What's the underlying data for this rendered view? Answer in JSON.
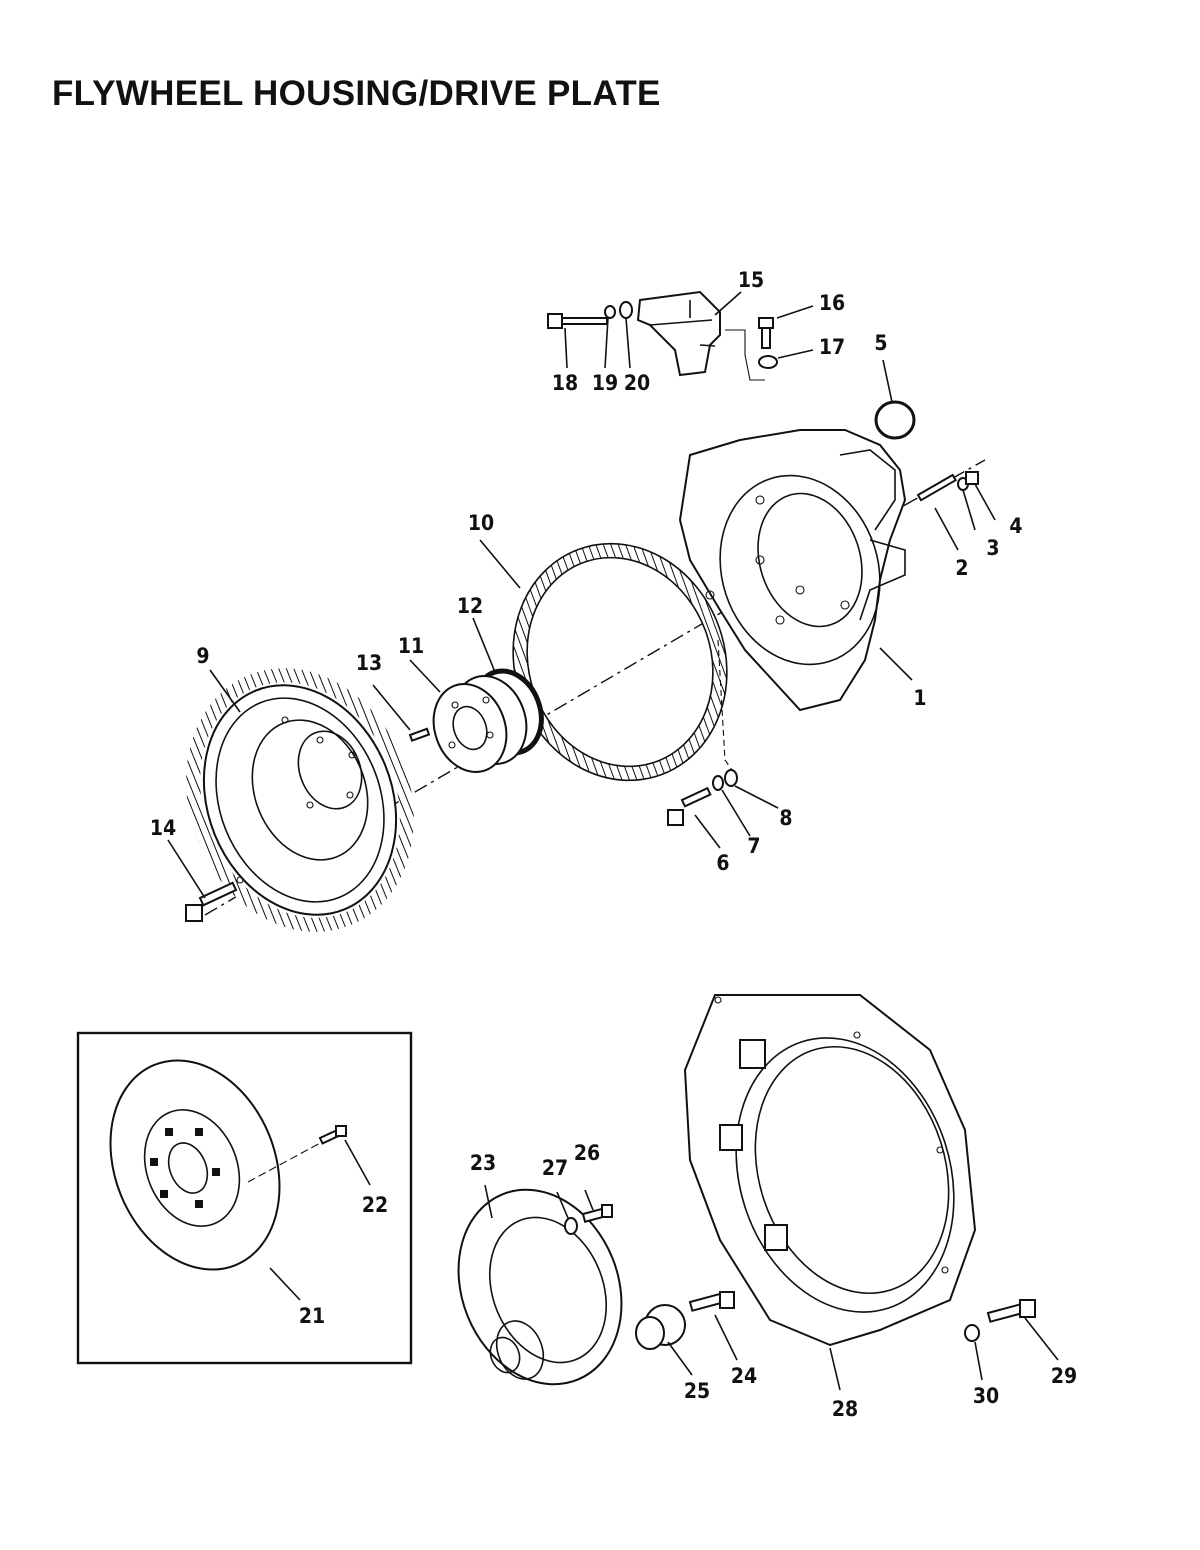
{
  "title": "FLYWHEEL HOUSING/DRIVE PLATE",
  "callouts": [
    {
      "id": "c1",
      "label": "1"
    },
    {
      "id": "c2",
      "label": "2"
    },
    {
      "id": "c3",
      "label": "3"
    },
    {
      "id": "c4",
      "label": "4"
    },
    {
      "id": "c5",
      "label": "5"
    },
    {
      "id": "c6",
      "label": "6"
    },
    {
      "id": "c7",
      "label": "7"
    },
    {
      "id": "c8",
      "label": "8"
    },
    {
      "id": "c9",
      "label": "9"
    },
    {
      "id": "c10",
      "label": "10"
    },
    {
      "id": "c11",
      "label": "11"
    },
    {
      "id": "c12",
      "label": "12"
    },
    {
      "id": "c13",
      "label": "13"
    },
    {
      "id": "c14",
      "label": "14"
    },
    {
      "id": "c15",
      "label": "15"
    },
    {
      "id": "c16",
      "label": "16"
    },
    {
      "id": "c17",
      "label": "17"
    },
    {
      "id": "c18",
      "label": "18"
    },
    {
      "id": "c19",
      "label": "19"
    },
    {
      "id": "c20",
      "label": "20"
    },
    {
      "id": "c21",
      "label": "21"
    },
    {
      "id": "c22",
      "label": "22"
    },
    {
      "id": "c23",
      "label": "23"
    },
    {
      "id": "c24",
      "label": "24"
    },
    {
      "id": "c25",
      "label": "25"
    },
    {
      "id": "c26",
      "label": "26"
    },
    {
      "id": "c27",
      "label": "27"
    },
    {
      "id": "c28",
      "label": "28"
    },
    {
      "id": "c29",
      "label": "29"
    },
    {
      "id": "c30",
      "label": "30"
    }
  ]
}
